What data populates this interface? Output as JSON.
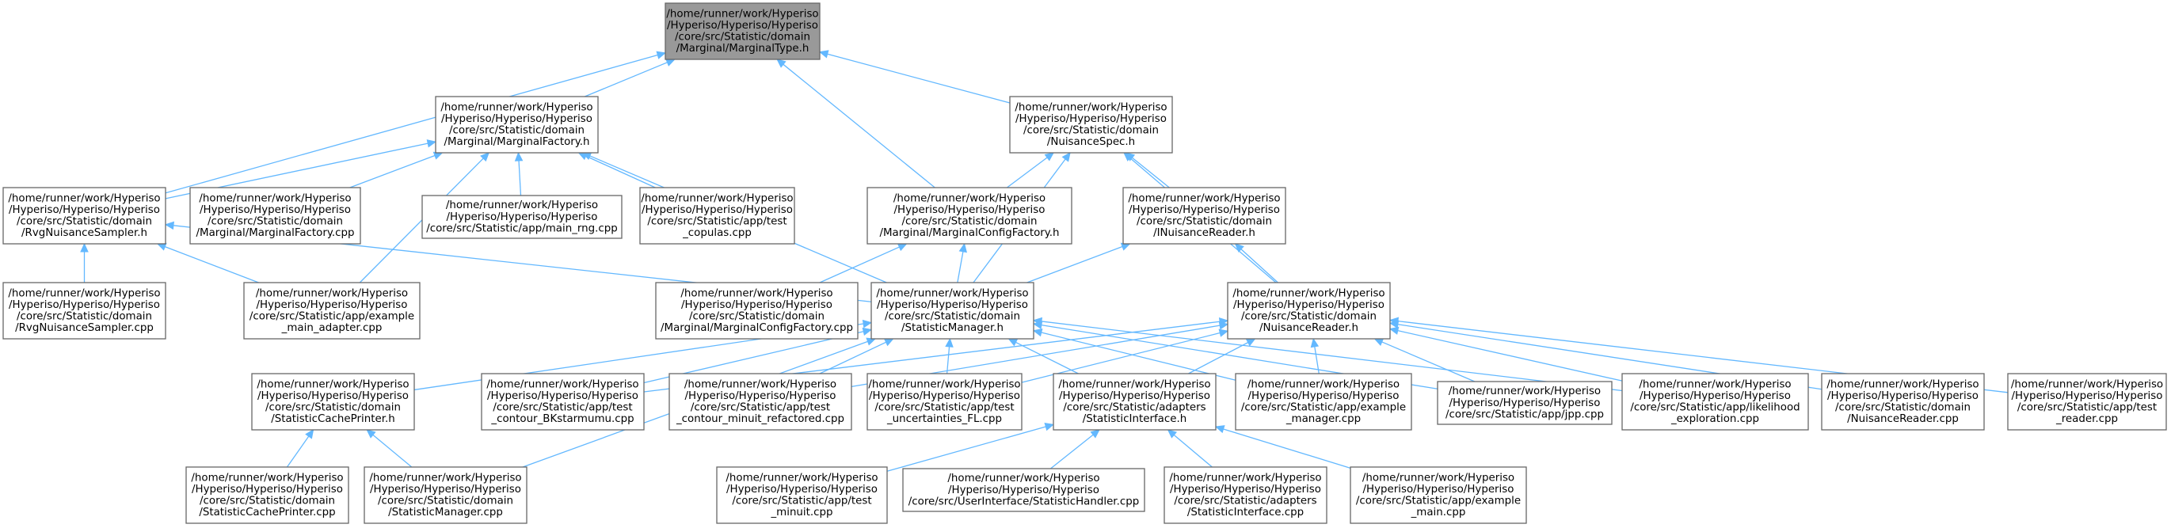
{
  "graph": {
    "edge_color": "#63b8ff",
    "root_fill": "#999999",
    "node_fill": "#ffffff",
    "node_border": "#666666",
    "nodes": [
      {
        "id": "MarginalType_h",
        "root": true,
        "lines": [
          "/home/runner/work/Hyperiso",
          "/Hyperiso/Hyperiso/Hyperiso",
          "/core/src/Statistic/domain",
          "/Marginal/MarginalType.h"
        ]
      },
      {
        "id": "MarginalFactory_h",
        "lines": [
          "/home/runner/work/Hyperiso",
          "/Hyperiso/Hyperiso/Hyperiso",
          "/core/src/Statistic/domain",
          "/Marginal/MarginalFactory.h"
        ]
      },
      {
        "id": "NuisanceSpec_h",
        "lines": [
          "/home/runner/work/Hyperiso",
          "/Hyperiso/Hyperiso/Hyperiso",
          "/core/src/Statistic/domain",
          "/NuisanceSpec.h"
        ]
      },
      {
        "id": "RvgNuisanceSampler_h",
        "lines": [
          "/home/runner/work/Hyperiso",
          "/Hyperiso/Hyperiso/Hyperiso",
          "/core/src/Statistic/domain",
          "/RvgNuisanceSampler.h"
        ]
      },
      {
        "id": "MarginalFactory_cpp",
        "lines": [
          "/home/runner/work/Hyperiso",
          "/Hyperiso/Hyperiso/Hyperiso",
          "/core/src/Statistic/domain",
          "/Marginal/MarginalFactory.cpp"
        ]
      },
      {
        "id": "main_rng_cpp",
        "lines": [
          "/home/runner/work/Hyperiso",
          "/Hyperiso/Hyperiso/Hyperiso",
          "/core/src/Statistic/app/main_rng.cpp"
        ]
      },
      {
        "id": "test_copulas_cpp",
        "lines": [
          "/home/runner/work/Hyperiso",
          "/Hyperiso/Hyperiso/Hyperiso",
          "/core/src/Statistic/app/test",
          "_copulas.cpp"
        ]
      },
      {
        "id": "MarginalConfigFactory_h",
        "lines": [
          "/home/runner/work/Hyperiso",
          "/Hyperiso/Hyperiso/Hyperiso",
          "/core/src/Statistic/domain",
          "/Marginal/MarginalConfigFactory.h"
        ]
      },
      {
        "id": "INuisanceReader_h",
        "lines": [
          "/home/runner/work/Hyperiso",
          "/Hyperiso/Hyperiso/Hyperiso",
          "/core/src/Statistic/domain",
          "/INuisanceReader.h"
        ]
      },
      {
        "id": "RvgNuisanceSampler_cpp",
        "lines": [
          "/home/runner/work/Hyperiso",
          "/Hyperiso/Hyperiso/Hyperiso",
          "/core/src/Statistic/domain",
          "/RvgNuisanceSampler.cpp"
        ]
      },
      {
        "id": "example_main_adapter_cpp",
        "lines": [
          "/home/runner/work/Hyperiso",
          "/Hyperiso/Hyperiso/Hyperiso",
          "/core/src/Statistic/app/example",
          "_main_adapter.cpp"
        ]
      },
      {
        "id": "MarginalConfigFactory_cpp",
        "lines": [
          "/home/runner/work/Hyperiso",
          "/Hyperiso/Hyperiso/Hyperiso",
          "/core/src/Statistic/domain",
          "/Marginal/MarginalConfigFactory.cpp"
        ]
      },
      {
        "id": "StatisticManager_h",
        "lines": [
          "/home/runner/work/Hyperiso",
          "/Hyperiso/Hyperiso/Hyperiso",
          "/core/src/Statistic/domain",
          "/StatisticManager.h"
        ]
      },
      {
        "id": "NuisanceReader_h",
        "lines": [
          "/home/runner/work/Hyperiso",
          "/Hyperiso/Hyperiso/Hyperiso",
          "/core/src/Statistic/domain",
          "/NuisanceReader.h"
        ]
      },
      {
        "id": "StatisticCachePrinter_h",
        "lines": [
          "/home/runner/work/Hyperiso",
          "/Hyperiso/Hyperiso/Hyperiso",
          "/core/src/Statistic/domain",
          "/StatisticCachePrinter.h"
        ]
      },
      {
        "id": "test_contour_BKstarmumu_cpp",
        "lines": [
          "/home/runner/work/Hyperiso",
          "/Hyperiso/Hyperiso/Hyperiso",
          "/core/src/Statistic/app/test",
          "_contour_BKstarmumu.cpp"
        ]
      },
      {
        "id": "test_contour_minuit_refactored_cpp",
        "lines": [
          "/home/runner/work/Hyperiso",
          "/Hyperiso/Hyperiso/Hyperiso",
          "/core/src/Statistic/app/test",
          "_contour_minuit_refactored.cpp"
        ]
      },
      {
        "id": "test_uncertainties_FL_cpp",
        "lines": [
          "/home/runner/work/Hyperiso",
          "/Hyperiso/Hyperiso/Hyperiso",
          "/core/src/Statistic/app/test",
          "_uncertainties_FL.cpp"
        ]
      },
      {
        "id": "StatisticInterface_h",
        "lines": [
          "/home/runner/work/Hyperiso",
          "/Hyperiso/Hyperiso/Hyperiso",
          "/core/src/Statistic/adapters",
          "/StatisticInterface.h"
        ]
      },
      {
        "id": "example_manager_cpp",
        "lines": [
          "/home/runner/work/Hyperiso",
          "/Hyperiso/Hyperiso/Hyperiso",
          "/core/src/Statistic/app/example",
          "_manager.cpp"
        ]
      },
      {
        "id": "jpp_cpp",
        "lines": [
          "/home/runner/work/Hyperiso",
          "/Hyperiso/Hyperiso/Hyperiso",
          "/core/src/Statistic/app/jpp.cpp"
        ]
      },
      {
        "id": "likelihood_exploration_cpp",
        "lines": [
          "/home/runner/work/Hyperiso",
          "/Hyperiso/Hyperiso/Hyperiso",
          "/core/src/Statistic/app/likelihood",
          "_exploration.cpp"
        ]
      },
      {
        "id": "NuisanceReader_cpp",
        "lines": [
          "/home/runner/work/Hyperiso",
          "/Hyperiso/Hyperiso/Hyperiso",
          "/core/src/Statistic/domain",
          "/NuisanceReader.cpp"
        ]
      },
      {
        "id": "test_reader_cpp",
        "lines": [
          "/home/runner/work/Hyperiso",
          "/Hyperiso/Hyperiso/Hyperiso",
          "/core/src/Statistic/app/test",
          "_reader.cpp"
        ]
      },
      {
        "id": "StatisticCachePrinter_cpp",
        "lines": [
          "/home/runner/work/Hyperiso",
          "/Hyperiso/Hyperiso/Hyperiso",
          "/core/src/Statistic/domain",
          "/StatisticCachePrinter.cpp"
        ]
      },
      {
        "id": "StatisticManager_cpp",
        "lines": [
          "/home/runner/work/Hyperiso",
          "/Hyperiso/Hyperiso/Hyperiso",
          "/core/src/Statistic/domain",
          "/StatisticManager.cpp"
        ]
      },
      {
        "id": "test_minuit_cpp",
        "lines": [
          "/home/runner/work/Hyperiso",
          "/Hyperiso/Hyperiso/Hyperiso",
          "/core/src/Statistic/app/test",
          "_minuit.cpp"
        ]
      },
      {
        "id": "StatisticHandler_cpp",
        "lines": [
          "/home/runner/work/Hyperiso",
          "/Hyperiso/Hyperiso/Hyperiso",
          "/core/src/UserInterface/StatisticHandler.cpp"
        ]
      },
      {
        "id": "StatisticInterface_cpp",
        "lines": [
          "/home/runner/work/Hyperiso",
          "/Hyperiso/Hyperiso/Hyperiso",
          "/core/src/Statistic/adapters",
          "/StatisticInterface.cpp"
        ]
      },
      {
        "id": "example_main_cpp",
        "lines": [
          "/home/runner/work/Hyperiso",
          "/Hyperiso/Hyperiso/Hyperiso",
          "/core/src/Statistic/app/example",
          "_main.cpp"
        ]
      }
    ],
    "edges": [
      [
        "MarginalFactory_h",
        "MarginalType_h"
      ],
      [
        "NuisanceSpec_h",
        "MarginalType_h"
      ],
      [
        "RvgNuisanceSampler_h",
        "MarginalType_h"
      ],
      [
        "MarginalConfigFactory_h",
        "MarginalType_h"
      ],
      [
        "RvgNuisanceSampler_h",
        "MarginalFactory_h"
      ],
      [
        "MarginalFactory_cpp",
        "MarginalFactory_h"
      ],
      [
        "main_rng_cpp",
        "MarginalFactory_h"
      ],
      [
        "test_copulas_cpp",
        "MarginalFactory_h"
      ],
      [
        "example_main_adapter_cpp",
        "MarginalFactory_h"
      ],
      [
        "StatisticManager_h",
        "MarginalFactory_h"
      ],
      [
        "MarginalConfigFactory_h",
        "NuisanceSpec_h"
      ],
      [
        "INuisanceReader_h",
        "NuisanceSpec_h"
      ],
      [
        "StatisticManager_h",
        "NuisanceSpec_h"
      ],
      [
        "NuisanceReader_h",
        "NuisanceSpec_h"
      ],
      [
        "RvgNuisanceSampler_cpp",
        "RvgNuisanceSampler_h"
      ],
      [
        "example_main_adapter_cpp",
        "RvgNuisanceSampler_h"
      ],
      [
        "StatisticManager_h",
        "RvgNuisanceSampler_h"
      ],
      [
        "MarginalConfigFactory_cpp",
        "MarginalConfigFactory_h"
      ],
      [
        "StatisticManager_h",
        "MarginalConfigFactory_h"
      ],
      [
        "StatisticManager_h",
        "INuisanceReader_h"
      ],
      [
        "NuisanceReader_h",
        "INuisanceReader_h"
      ],
      [
        "StatisticCachePrinter_h",
        "StatisticManager_h"
      ],
      [
        "StatisticManager_cpp",
        "StatisticManager_h"
      ],
      [
        "test_contour_BKstarmumu_cpp",
        "StatisticManager_h"
      ],
      [
        "test_contour_minuit_refactored_cpp",
        "StatisticManager_h"
      ],
      [
        "test_uncertainties_FL_cpp",
        "StatisticManager_h"
      ],
      [
        "StatisticInterface_h",
        "StatisticManager_h"
      ],
      [
        "example_manager_cpp",
        "StatisticManager_h"
      ],
      [
        "jpp_cpp",
        "StatisticManager_h"
      ],
      [
        "likelihood_exploration_cpp",
        "StatisticManager_h"
      ],
      [
        "test_contour_BKstarmumu_cpp",
        "NuisanceReader_h"
      ],
      [
        "test_contour_minuit_refactored_cpp",
        "NuisanceReader_h"
      ],
      [
        "test_uncertainties_FL_cpp",
        "NuisanceReader_h"
      ],
      [
        "StatisticInterface_h",
        "NuisanceReader_h"
      ],
      [
        "example_manager_cpp",
        "NuisanceReader_h"
      ],
      [
        "jpp_cpp",
        "NuisanceReader_h"
      ],
      [
        "likelihood_exploration_cpp",
        "NuisanceReader_h"
      ],
      [
        "NuisanceReader_cpp",
        "NuisanceReader_h"
      ],
      [
        "test_reader_cpp",
        "NuisanceReader_h"
      ],
      [
        "StatisticCachePrinter_cpp",
        "StatisticCachePrinter_h"
      ],
      [
        "StatisticManager_cpp",
        "StatisticCachePrinter_h"
      ],
      [
        "test_minuit_cpp",
        "StatisticInterface_h"
      ],
      [
        "StatisticHandler_cpp",
        "StatisticInterface_h"
      ],
      [
        "StatisticInterface_cpp",
        "StatisticInterface_h"
      ],
      [
        "example_main_cpp",
        "StatisticInterface_h"
      ]
    ]
  }
}
